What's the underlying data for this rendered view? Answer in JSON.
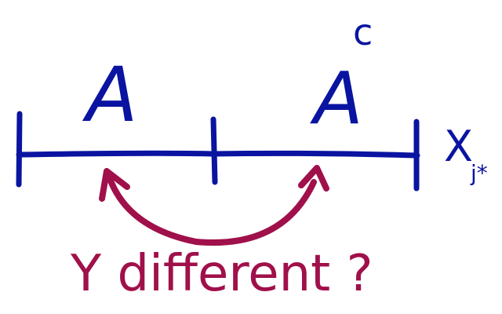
{
  "labels": {
    "set_a": "A",
    "set_a_complement": "A",
    "complement_superscript": "c",
    "variable": "X",
    "variable_subscript": "j*",
    "question": "Y different ?"
  },
  "colors": {
    "line_color": "#0a14a0",
    "annotation_color": "#a0104a",
    "background": "#ffffff"
  }
}
